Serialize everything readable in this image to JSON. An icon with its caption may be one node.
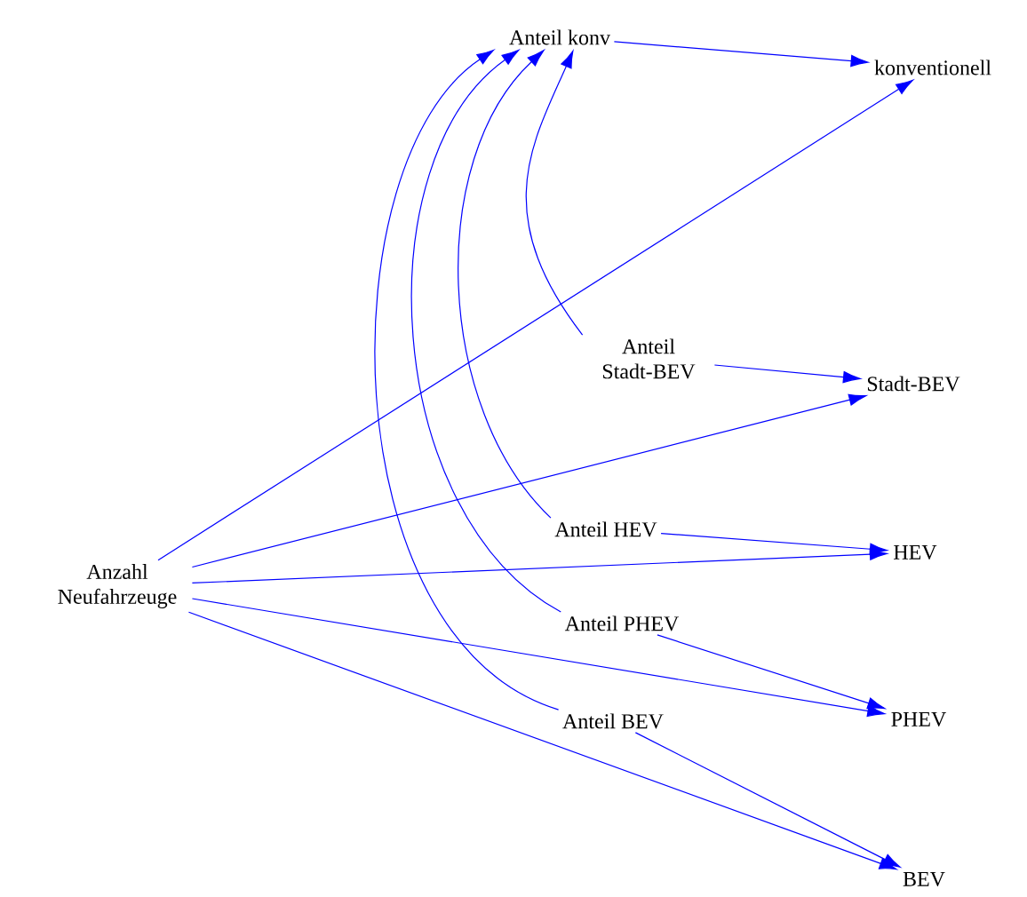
{
  "diagram": {
    "nodes": [
      {
        "text": [
          "Anteil konv"
        ]
      },
      {
        "text": [
          "konventionell"
        ]
      },
      {
        "text": [
          "Anteil Stadt-BEV"
        ]
      },
      {
        "text": [
          "Stadt-BEV"
        ]
      },
      {
        "text": [
          "Anzahl Neufahrzeuge"
        ]
      },
      {
        "text": [
          "Anteil HEV"
        ]
      },
      {
        "text": [
          "HEV"
        ]
      },
      {
        "text": [
          "Anteil PHEV"
        ]
      },
      {
        "text": [
          "PHEV"
        ]
      },
      {
        "text": [
          "Anteil BEV"
        ]
      },
      {
        "text": [
          "BEV"
        ]
      }
    ],
    "edges": [
      {
        "from": 0,
        "to": 1,
        "arrow": "to"
      },
      {
        "from": 4,
        "to": 1,
        "arrow": "to"
      },
      {
        "from": 2,
        "to": 0,
        "arrow": "to"
      },
      {
        "from": 5,
        "to": 0,
        "arrow": "to"
      },
      {
        "from": 7,
        "to": 0,
        "arrow": "to"
      },
      {
        "from": 9,
        "to": 0,
        "arrow": "to"
      },
      {
        "from": 2,
        "to": 3,
        "arrow": "to"
      },
      {
        "from": 4,
        "to": 3,
        "arrow": "to"
      },
      {
        "from": 5,
        "to": 6,
        "arrow": "to"
      },
      {
        "from": 4,
        "to": 6,
        "arrow": "to"
      },
      {
        "from": 7,
        "to": 8,
        "arrow": "to"
      },
      {
        "from": 4,
        "to": 8,
        "arrow": "to"
      },
      {
        "from": 9,
        "to": 10,
        "arrow": "to"
      },
      {
        "from": 4,
        "to": 10,
        "arrow": "to"
      }
    ]
  }
}
